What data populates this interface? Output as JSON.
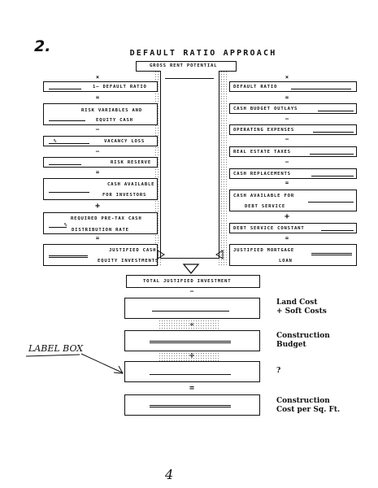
{
  "page_number_top": "2.",
  "title": "DEFAULT RATIO APPROACH",
  "gross_rent": "GROSS RENT POTENTIAL",
  "left_ops": [
    "×",
    "=",
    "–",
    "–",
    "=",
    "+",
    "="
  ],
  "right_ops": [
    "×",
    "=",
    "–",
    "–",
    "=",
    "+",
    "="
  ],
  "left_boxes": [
    {
      "line1": "1– DEFAULT RATIO",
      "line2": ""
    },
    {
      "line1": "RISK VARIABLES AND",
      "line2": "EQUITY CASH"
    },
    {
      "line1": "",
      "line2": ""
    },
    {
      "line1": "%",
      "line2": "VACANCY LOSS"
    },
    {
      "line1": "RISK RESERVE",
      "line2": ""
    },
    {
      "line1": "CASH AVAILABLE",
      "line2": "FOR INVESTORS"
    },
    {
      "line1": "REQUIRED PRE-TAX CASH",
      "line2": "DISTRIBUTION RATE",
      "pct": "%"
    },
    {
      "line1": "JUSTIFIED CASH",
      "line2": "EQUITY INVESTMENTS"
    }
  ],
  "right_boxes": [
    {
      "line1": "DEFAULT RATIO",
      "line2": ""
    },
    {
      "line1": "CASH BUDGET OUTLAYS",
      "line2": ""
    },
    {
      "line1": "OPERATING EXPENSES",
      "line2": ""
    },
    {
      "line1": "REAL ESTATE TAXES",
      "line2": ""
    },
    {
      "line1": "CASH REPLACEMENTS",
      "line2": ""
    },
    {
      "line1": "CASH AVAILABLE FOR",
      "line2": "DEBT SERVICE"
    },
    {
      "line1": "DEBT SERVICE CONSTANT",
      "line2": ""
    },
    {
      "line1": "JUSTIFIED MORTGAGE",
      "line2": "LOAN"
    }
  ],
  "total_justified": "TOTAL JUSTIFIED INVESTMENT",
  "bottom_ops": [
    "–",
    "=",
    "÷",
    "="
  ],
  "bottom_labels": {
    "land_cost_1": "Land Cost",
    "land_cost_2": "+ Soft Costs",
    "construction_budget_1": "Construction",
    "construction_budget_2": "Budget",
    "question": "?",
    "construction_cost_1": "Construction",
    "construction_cost_2": "Cost per Sq. Ft."
  },
  "label_box": "LABEL BOX",
  "page_number_bottom": "4"
}
